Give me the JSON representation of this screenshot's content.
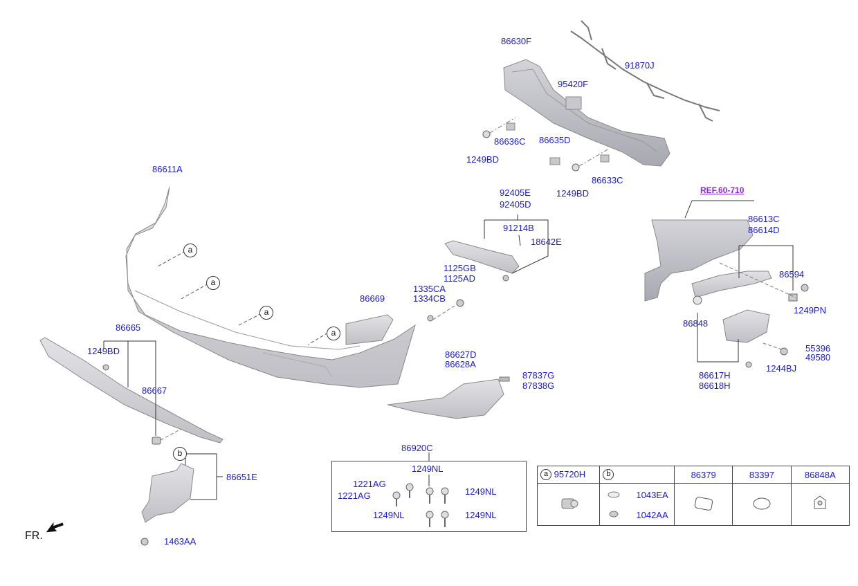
{
  "labels": {
    "p86630F": "86630F",
    "p91870J": "91870J",
    "p95420F": "95420F",
    "p86636C": "86636C",
    "p86635D": "86635D",
    "p1249BD_a": "1249BD",
    "p1249BD_b": "1249BD",
    "p86633C": "86633C",
    "p86611A": "86611A",
    "p92405E": "92405E",
    "p92405D": "92405D",
    "p91214B": "91214B",
    "p18642E": "18642E",
    "p1125GB": "1125GB",
    "p1125AD": "1125AD",
    "p1335CA": "1335CA",
    "p1334CB": "1334CB",
    "p86669": "86669",
    "p86665": "86665",
    "p1249BD_c": "1249BD",
    "p86667": "86667",
    "p86627D": "86627D",
    "p86628A": "86628A",
    "p87837G": "87837G",
    "p87838G": "87838G",
    "p86651E": "86651E",
    "p1463AA": "1463AA",
    "p86920C": "86920C",
    "p1249NL_a": "1249NL",
    "p1221AG_a": "1221AG",
    "p1221AG_b": "1221AG",
    "p1249NL_b": "1249NL",
    "p1249NL_c": "1249NL",
    "p1249NL_d": "1249NL",
    "p86613C": "86613C",
    "p86614D": "86614D",
    "p86594": "86594",
    "p1249PN": "1249PN",
    "p86848": "86848",
    "p55396": "55396",
    "p49580": "49580",
    "p1244BJ": "1244BJ",
    "p86617H": "86617H",
    "p86618H": "86618H"
  },
  "ref_label": "REF.60-710",
  "callouts": {
    "a": "a",
    "b": "b"
  },
  "direction_label": "FR.",
  "legend": {
    "col_a_letter": "a",
    "col_a_part": "95720H",
    "col_b_letter": "b",
    "col_b_part1": "1043EA",
    "col_b_part2": "1042AA",
    "col3": "86379",
    "col4": "83397",
    "col5": "86848A"
  }
}
